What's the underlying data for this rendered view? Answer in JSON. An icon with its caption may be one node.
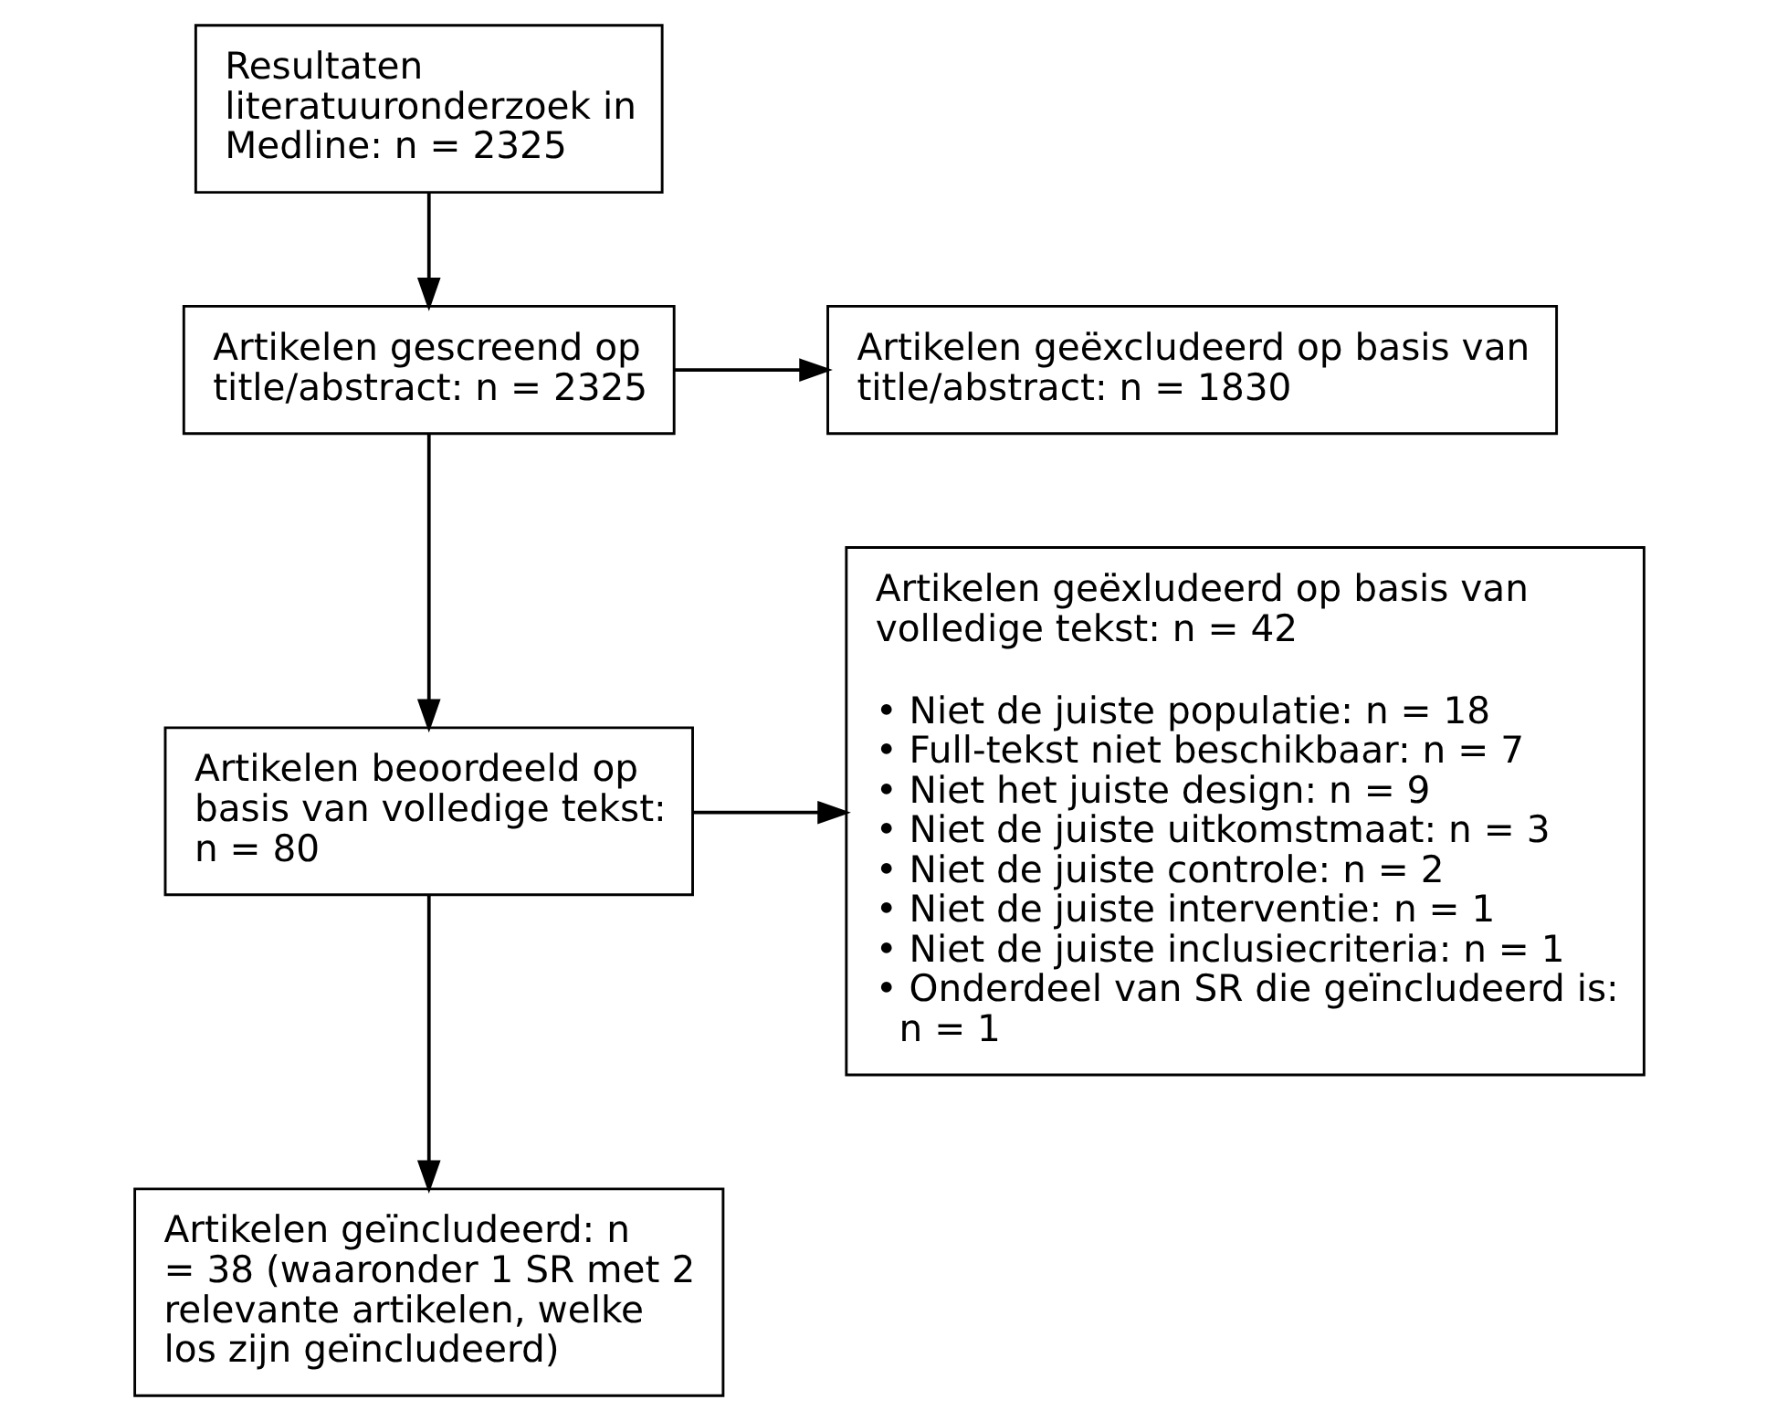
{
  "diagram": {
    "nodes": [
      {
        "text": [
          "Resultaten literatuuronderzoek in Medline: n = 2325"
        ]
      },
      {
        "text": [
          "Artikelen gescreend op title/abstract: n = 2325"
        ]
      },
      {
        "text": [
          "Artikelen geëxcludeerd op basis van title/abstract: n = 1830"
        ]
      },
      {
        "text": [
          "Artikelen beoordeeld op basis van volledige tekst: n = 80"
        ]
      },
      {
        "text": [
          "Artikelen geëxludeerd op basis van volledige tekst: n = 42",
          "• Niet de juiste populatie: n = 18",
          "• Full-tekst niet beschikbaar: n = 7",
          "• Niet het juiste design: n = 9",
          "• Niet de juiste uitkomstmaat: n = 3",
          "• Niet de juiste controle: n = 2",
          "• Niet de juiste interventie: n = 1",
          "• Niet de juiste inclusiecriteria: n = 1",
          "• Onderdeel van SR die geïncludeerd is: n = 1"
        ]
      },
      {
        "text": [
          "Artikelen geïncludeerd: n = 38 (waaronder 1 SR met 2 relevante artikelen, welke los zijn geïncludeerd)"
        ]
      }
    ],
    "edges": [
      {
        "from": 0,
        "to": 1,
        "arrow": "to"
      },
      {
        "from": 1,
        "to": 2,
        "arrow": "to"
      },
      {
        "from": 1,
        "to": 3,
        "arrow": "to"
      },
      {
        "from": 3,
        "to": 4,
        "arrow": "to"
      },
      {
        "from": 3,
        "to": 5,
        "arrow": "to"
      }
    ]
  }
}
